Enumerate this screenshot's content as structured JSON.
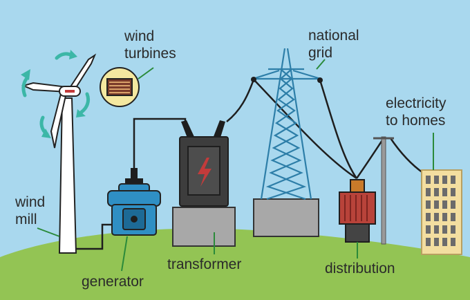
{
  "labels": {
    "wind_turbines": [
      "wind",
      "turbines"
    ],
    "national_grid": [
      "national",
      "grid"
    ],
    "electricity_to_homes": [
      "electricity",
      "to homes"
    ],
    "wind_mill": [
      "wind",
      "mill"
    ],
    "generator": "generator",
    "transformer": "transformer",
    "distribution": "distribution"
  },
  "colors": {
    "sky": "#a9d8ee",
    "grass": "#93c454",
    "tower": "#2d7ea8",
    "generator": "#2f8fc4",
    "transformer": "#3d3d3d",
    "distribution": "#b8433a",
    "building": "#f3dea0",
    "arrows": "#3cb7a7",
    "leader_lines": "#2a8a3a"
  },
  "icons": [
    "rotation-arrow-icon",
    "coil-icon",
    "lightning-icon"
  ]
}
